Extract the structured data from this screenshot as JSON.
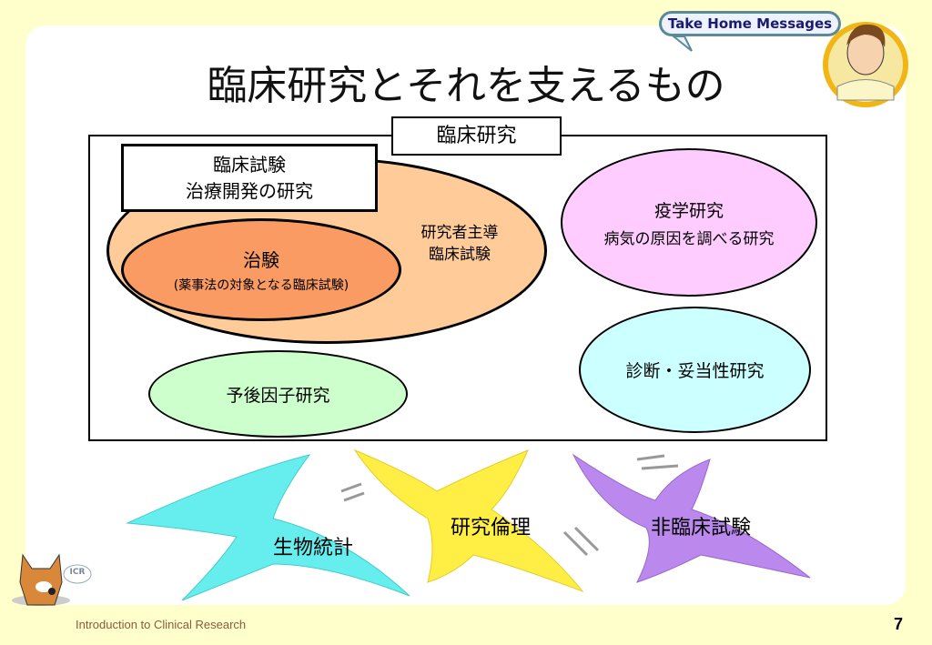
{
  "title": "臨床研究とそれを支えるもの",
  "badge": "Take Home Messages",
  "clinical_research_label": "臨床研究",
  "clinical_trial": {
    "line1": "臨床試験",
    "line2": "治療開発の研究"
  },
  "chiken": {
    "line1": "治験",
    "line2": "(薬事法の対象となる臨床試験)"
  },
  "investigator_trial": {
    "line1": "研究者主導",
    "line2": "臨床試験"
  },
  "epidemiology": {
    "line1": "疫学研究",
    "line2": "病気の原因を調べる研究"
  },
  "diagnosis": "診断・妥当性研究",
  "prognosis": "予後因子研究",
  "supports": [
    "生物統計",
    "研究倫理",
    "非臨床試験"
  ],
  "logo_text": "ICR",
  "footer": "Introduction to Clinical Research",
  "page_number": "7"
}
